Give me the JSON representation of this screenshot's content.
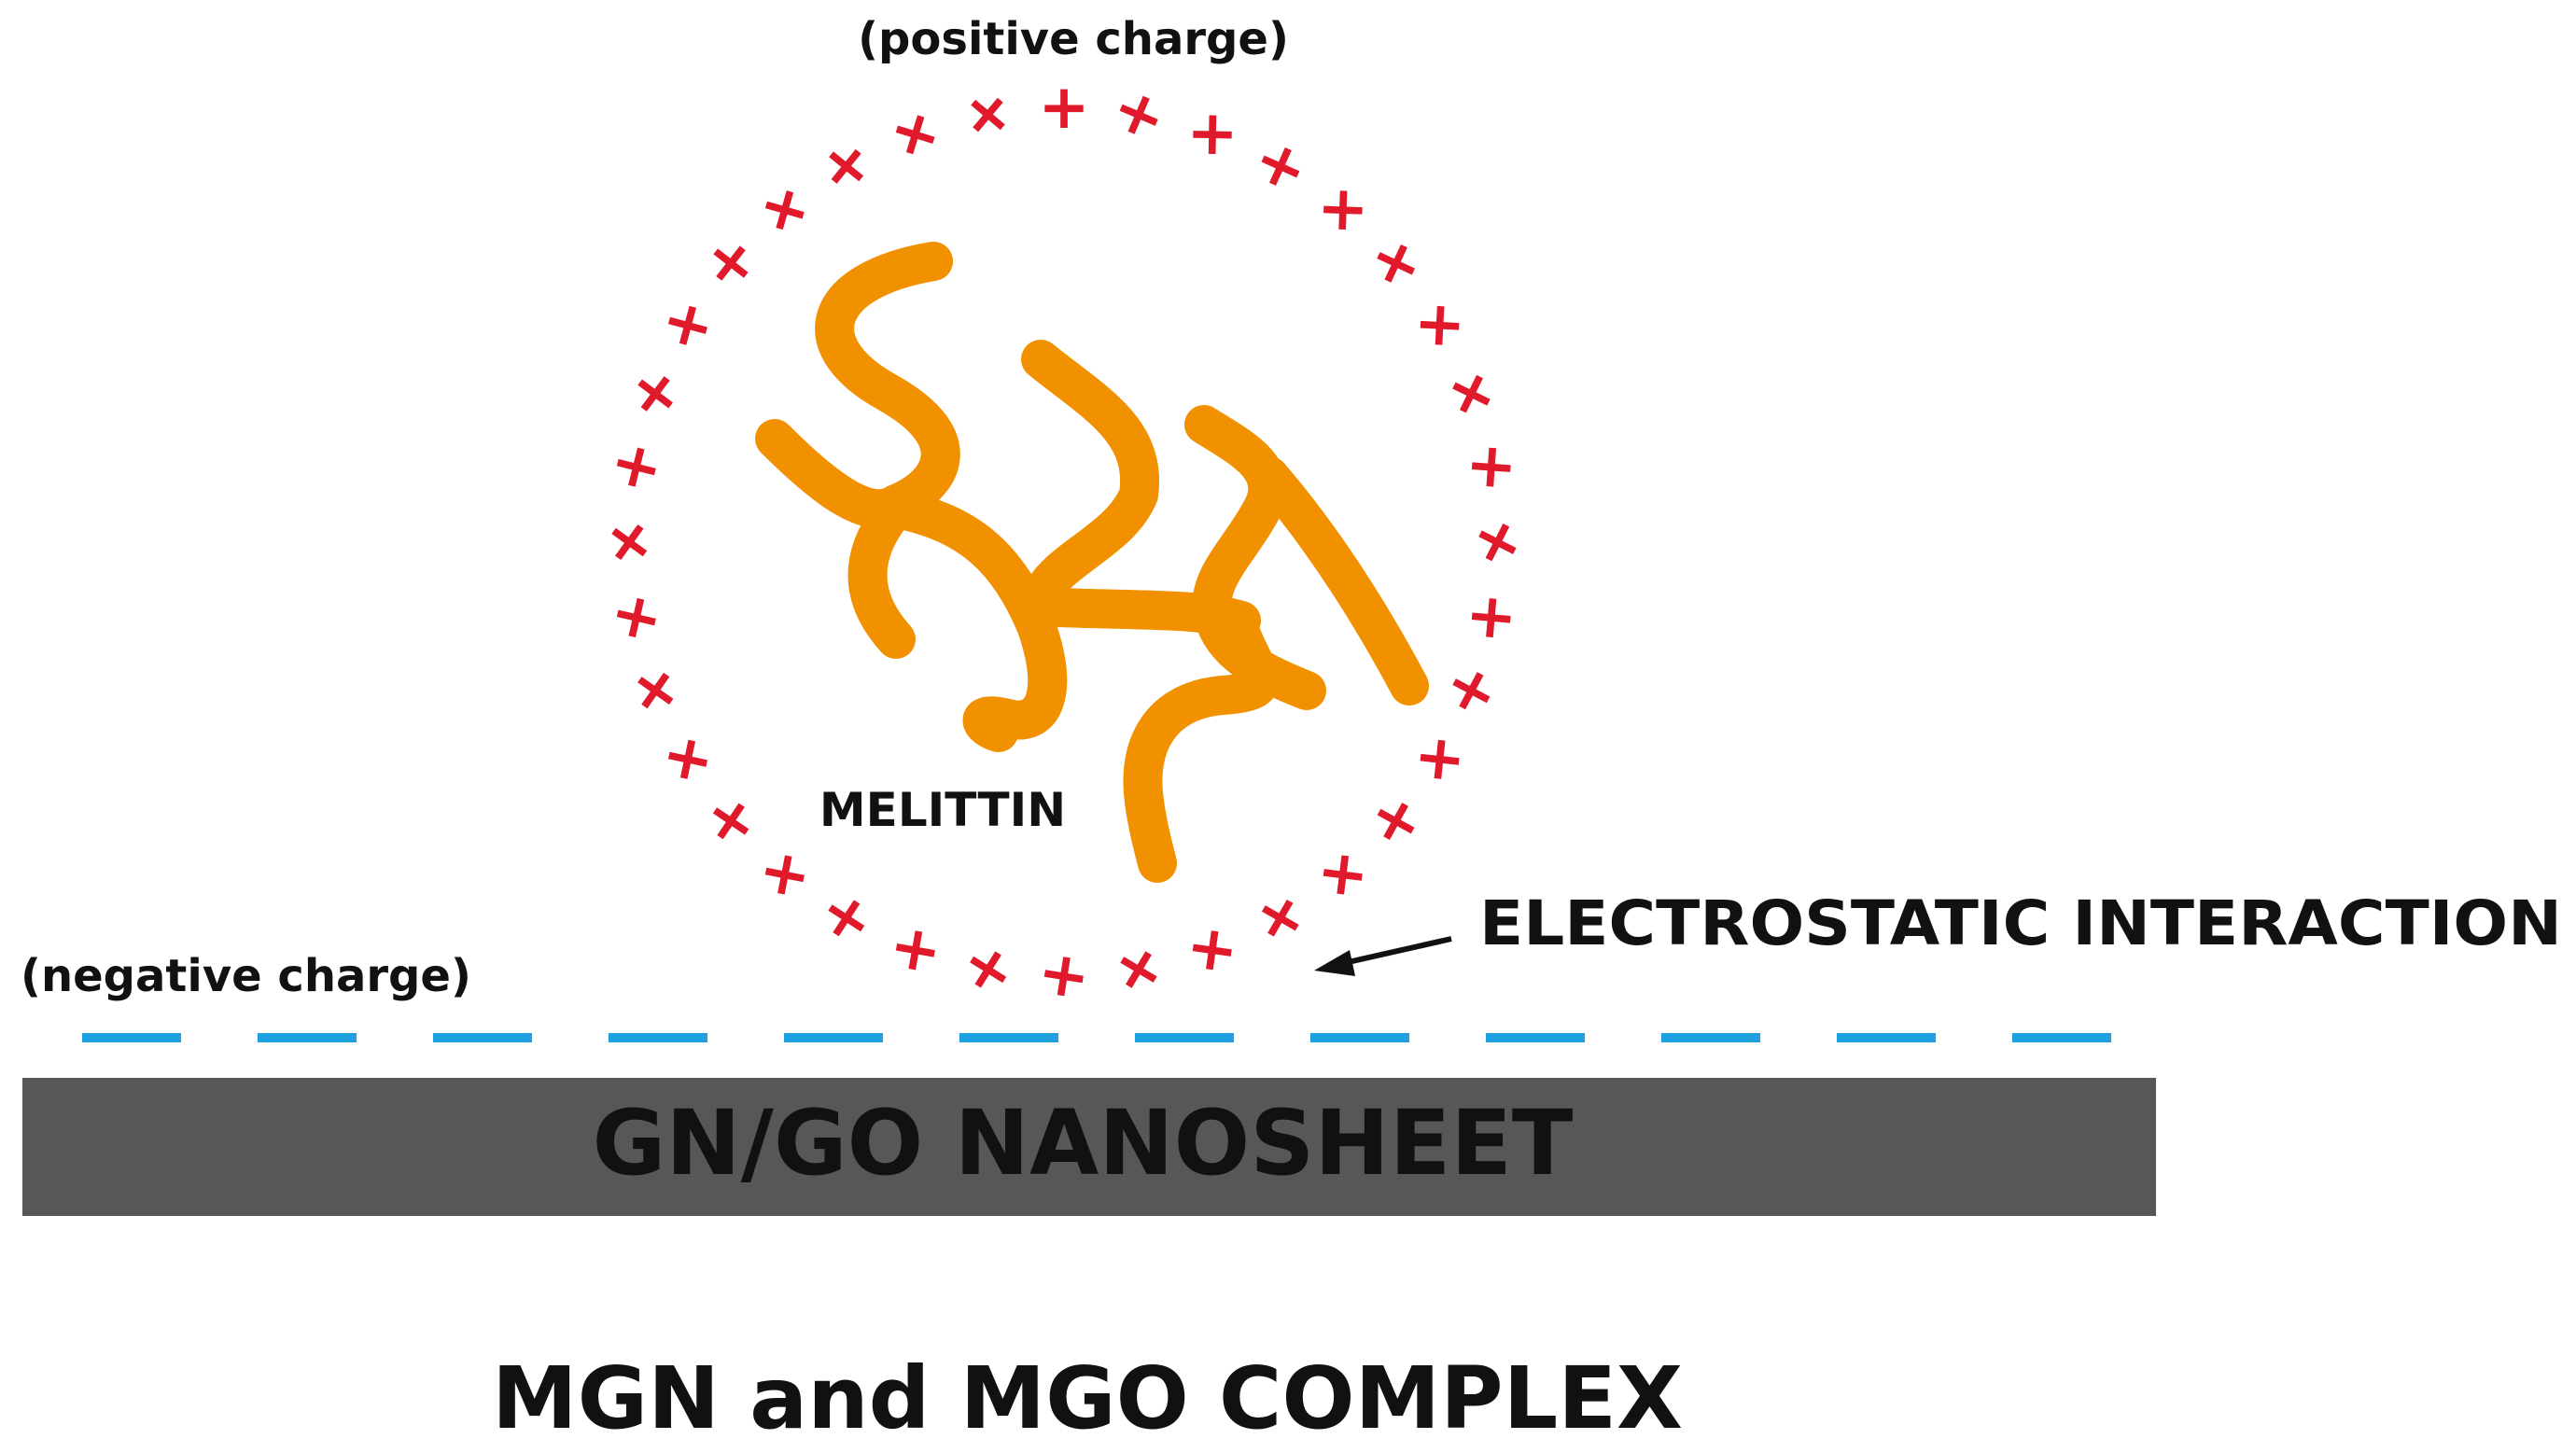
{
  "labels": {
    "positive_charge": "(positive charge)",
    "negative_charge": "(negative charge)",
    "melittin": "MELITTIN",
    "electrostatic_interaction": "ELECTROSTATIC INTERACTION",
    "nanosheet": "GN/GO NANOSHEET",
    "complex_title": "MGN and MGO COMPLEX"
  },
  "symbols": {
    "positive": "+",
    "negative": "−"
  },
  "counts": {
    "positive_charges": 36,
    "negative_charges": 12
  },
  "colors": {
    "positive_charge": "#e0192b",
    "negative_charge": "#1ea1e0",
    "melittin": "#f29100",
    "nanosheet": "#575757",
    "nanosheet_text": "#ffffff",
    "text": "#111111"
  }
}
